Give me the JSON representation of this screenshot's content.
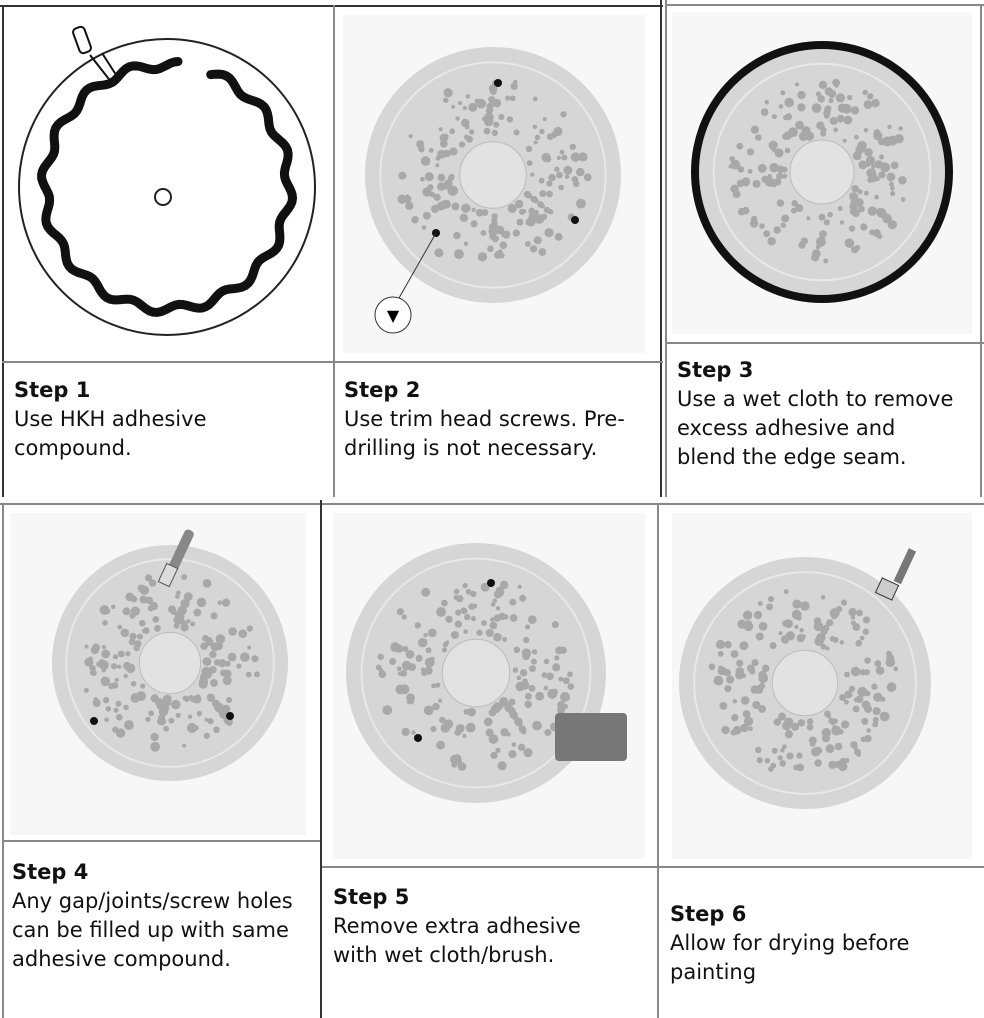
{
  "steps": [
    {
      "title": "Step 1",
      "text": "Use HKH adhesive compound."
    },
    {
      "title": "Step 2",
      "text": "Use trim head screws. Pre-drilling is not necessary."
    },
    {
      "title": "Step 3",
      "text": "Use a wet cloth to remove excess adhesive and blend the edge seam."
    },
    {
      "title": "Step 4",
      "text": "Any gap/joints/screw holes can be filled up with same adhesive compound."
    },
    {
      "title": "Step 5",
      "text": "Remove extra adhesive with wet cloth/brush."
    },
    {
      "title": "Step 6",
      "text": "Allow for drying before painting"
    }
  ]
}
